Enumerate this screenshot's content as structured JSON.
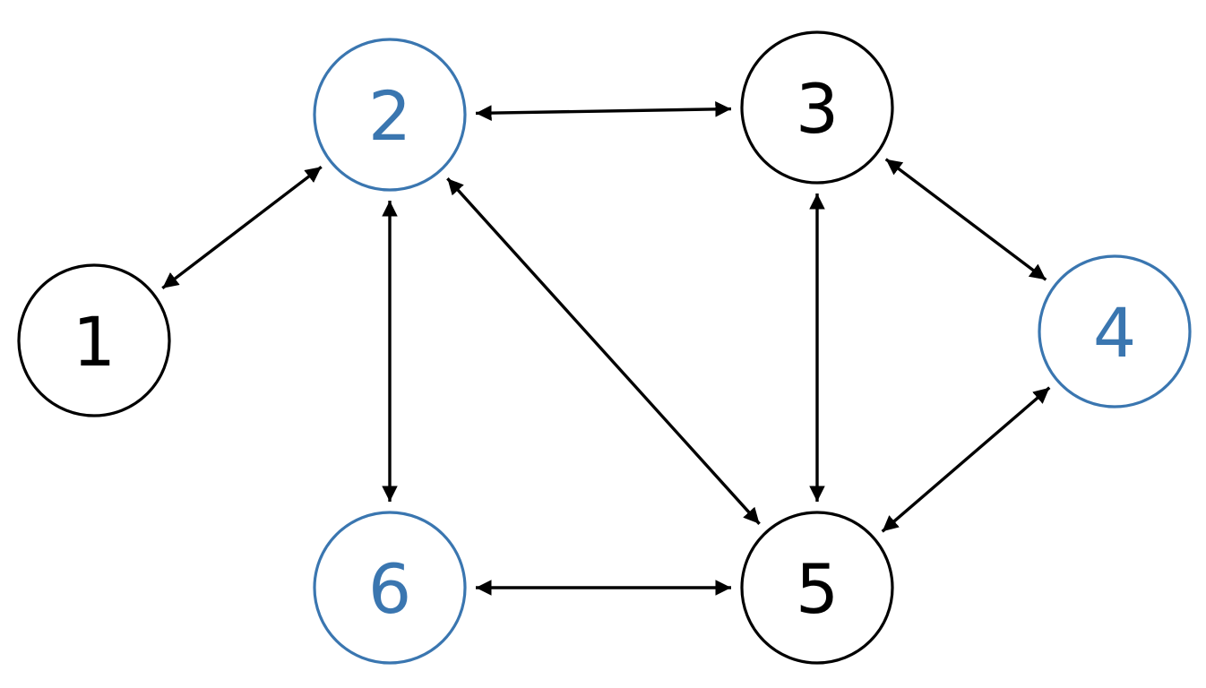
{
  "colors": {
    "default": "#000000",
    "highlight": "#3a76b0",
    "background": "#ffffff"
  },
  "nodes": [
    {
      "id": "1",
      "label": "1",
      "highlighted": false
    },
    {
      "id": "2",
      "label": "2",
      "highlighted": true
    },
    {
      "id": "3",
      "label": "3",
      "highlighted": false
    },
    {
      "id": "4",
      "label": "4",
      "highlighted": true
    },
    {
      "id": "5",
      "label": "5",
      "highlighted": false
    },
    {
      "id": "6",
      "label": "6",
      "highlighted": true
    }
  ],
  "edges": [
    {
      "from": "1",
      "to": "2",
      "bidirectional": true
    },
    {
      "from": "2",
      "to": "3",
      "bidirectional": true
    },
    {
      "from": "2",
      "to": "6",
      "bidirectional": true
    },
    {
      "from": "2",
      "to": "5",
      "bidirectional": true
    },
    {
      "from": "3",
      "to": "5",
      "bidirectional": true
    },
    {
      "from": "3",
      "to": "4",
      "bidirectional": true
    },
    {
      "from": "4",
      "to": "5",
      "bidirectional": true
    },
    {
      "from": "6",
      "to": "5",
      "bidirectional": true
    }
  ]
}
